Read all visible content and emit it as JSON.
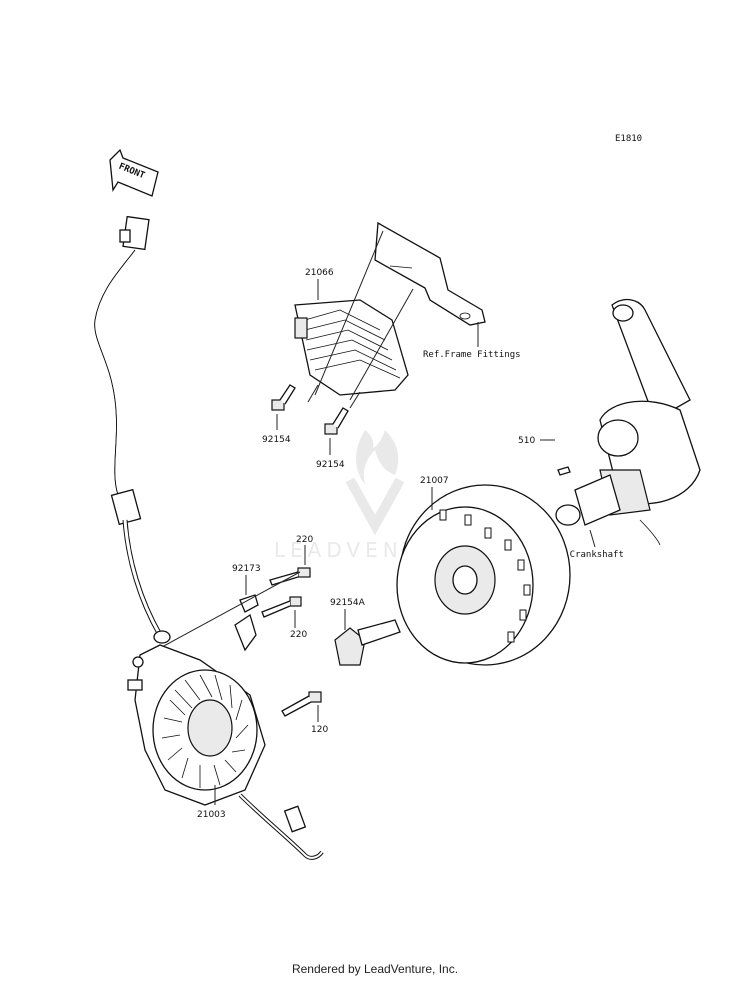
{
  "diagram_code": "E1810",
  "front_label": "FRONT",
  "watermark": "LEADVENTURE",
  "parts": {
    "regulator": "21066",
    "bolt_left": "92154",
    "bolt_right": "92154",
    "frame_ref": "Ref.Frame Fittings",
    "key": "510",
    "crank_ref": "Ref.Crankshaft",
    "flywheel": "21007",
    "flywheel_bolt": "92154A",
    "screw_top": "220",
    "screw_mid": "220",
    "clamp": "92173",
    "stator_bolt": "120",
    "stator": "21003"
  },
  "footer": "Rendered by LeadVenture, Inc."
}
